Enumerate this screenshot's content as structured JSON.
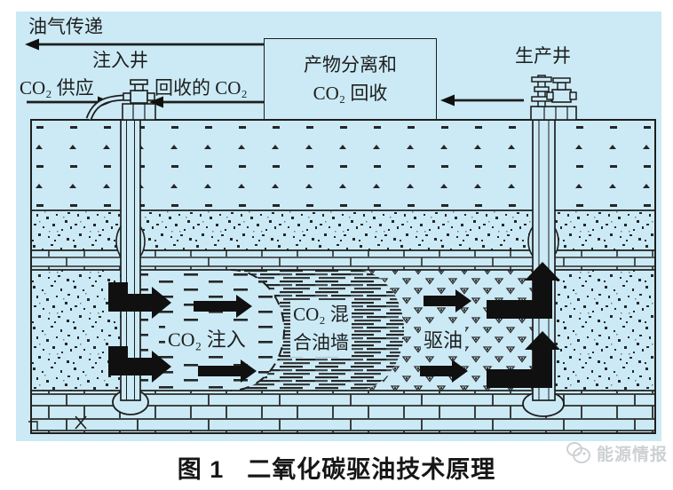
{
  "surface": {
    "oil_gas_transfer": "油气传递",
    "injection_well": "注入井",
    "co2_supply": "CO₂ 供应",
    "recovered_co2": "回收的 CO₂",
    "separator_box": {
      "line1": "产物分离和",
      "line2": "CO₂ 回收"
    },
    "production_well": "生产井"
  },
  "reservoir": {
    "co2_injection": "CO₂ 注入",
    "mixed_wall_line1": "CO₂ 混",
    "mixed_wall_line2": "合油墙",
    "displace_oil": "驱油"
  },
  "caption": {
    "figure_no": "图 1",
    "title": "二氧化碳驱油技术原理"
  },
  "watermark": {
    "name": "能源情报"
  },
  "colors": {
    "panel_bg": "#cbeaf5",
    "ink": "#1e1e1e",
    "arrow": "#101010",
    "watermark": "#cdd1d3"
  }
}
